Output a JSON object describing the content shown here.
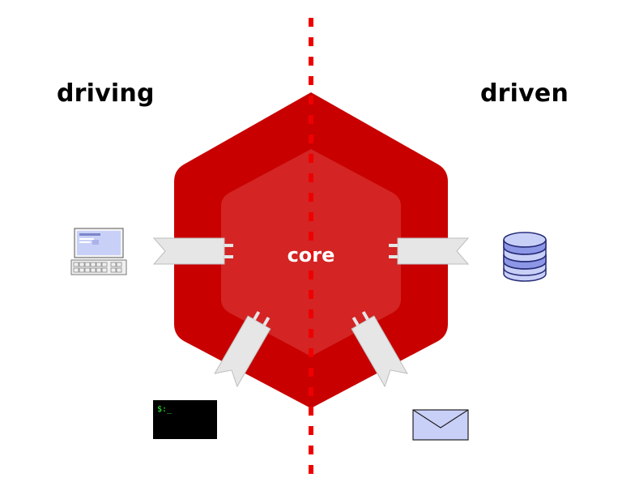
{
  "labels": {
    "left": "driving",
    "right": "driven",
    "core": "core",
    "terminal_prompt": "$:_"
  },
  "colors": {
    "outer_hexagon": "#c80000",
    "inner_hexagon": "#d42424",
    "divider": "#ee0000",
    "adapter_fill": "#e6e6e6",
    "device_blue": "#c9d0f8",
    "terminal_bg": "#000000",
    "terminal_text": "#33ff33"
  },
  "icons": {
    "driving": [
      "computer-icon",
      "terminal-icon"
    ],
    "driven": [
      "database-icon",
      "envelope-icon"
    ]
  }
}
